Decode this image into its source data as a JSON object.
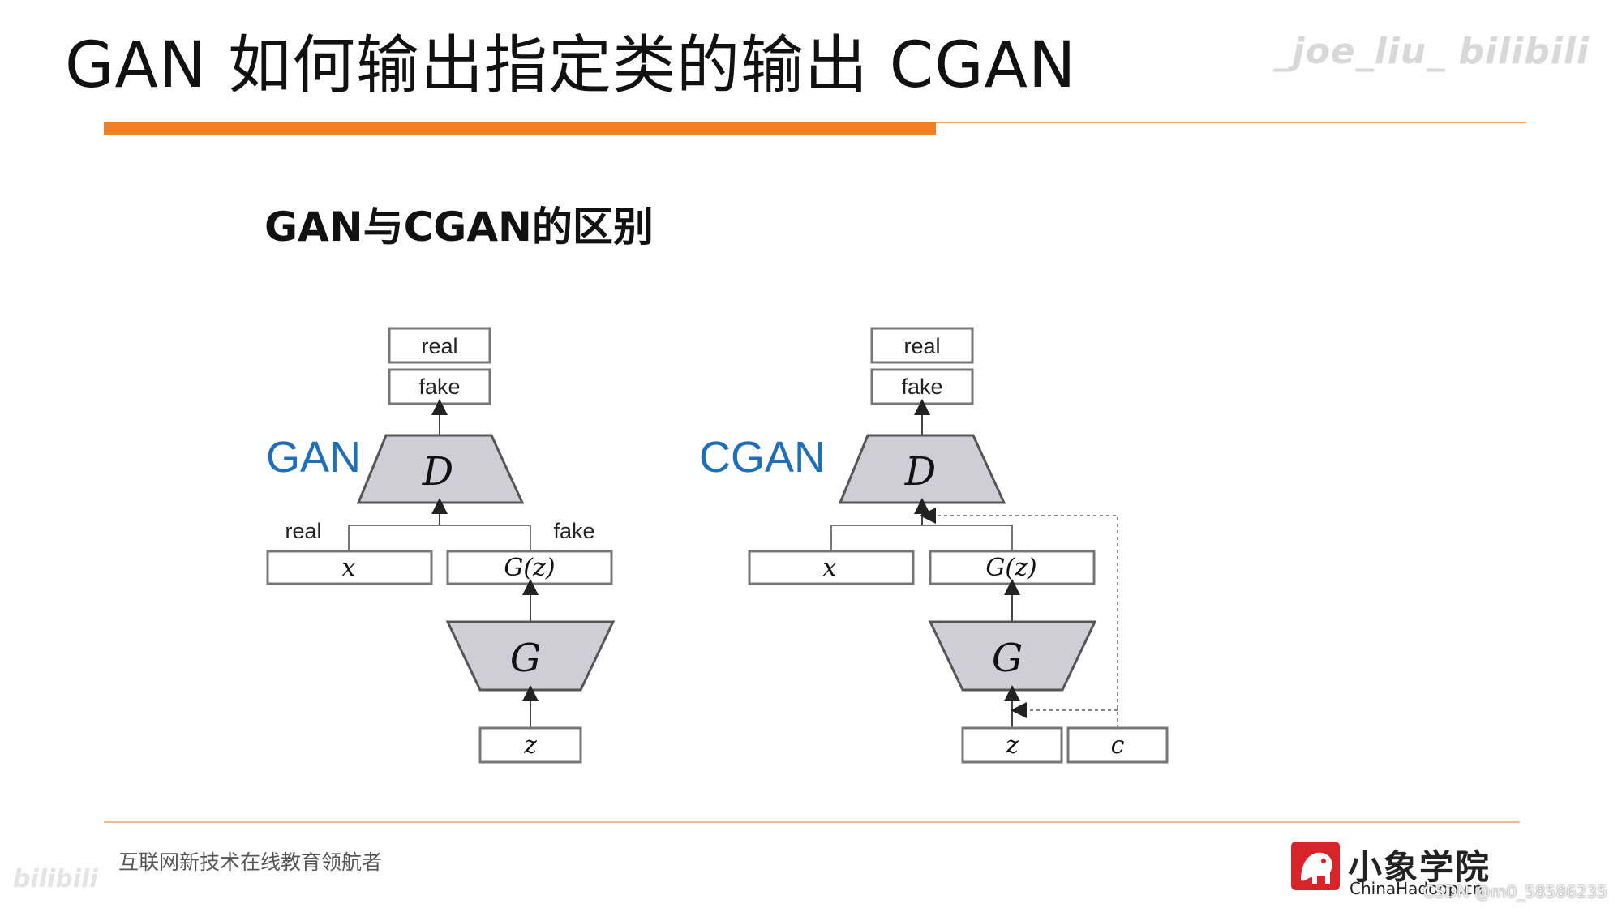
{
  "header": {
    "title": "GAN 如何输出指定类的输出  CGAN",
    "watermark": "_joe_liu_ bilibili"
  },
  "section": {
    "heading": "GAN与CGAN的区别"
  },
  "diagrams": {
    "gan": {
      "label": "GAN",
      "output_real": "real",
      "output_fake": "fake",
      "discriminator": "D",
      "branch_real": "real",
      "branch_fake": "fake",
      "input_x": "x",
      "gen_output": "G(z)",
      "generator": "G",
      "noise": "z"
    },
    "cgan": {
      "label": "CGAN",
      "output_real": "real",
      "output_fake": "fake",
      "discriminator": "D",
      "input_x": "x",
      "gen_output": "G(z)",
      "generator": "G",
      "noise": "z",
      "condition": "c"
    }
  },
  "footer": {
    "slogan": "互联网新技术在线教育领航者",
    "logo_name": "小象学院",
    "logo_sub": "ChinaHadoop.cn",
    "csdn": "CSDN @m0_58586235",
    "bili": "bilibili"
  },
  "colors": {
    "accent_orange": "#f08026",
    "label_blue": "#1f6fb8",
    "shape_fill": "#cfcdd5",
    "logo_red": "#d8232a"
  }
}
